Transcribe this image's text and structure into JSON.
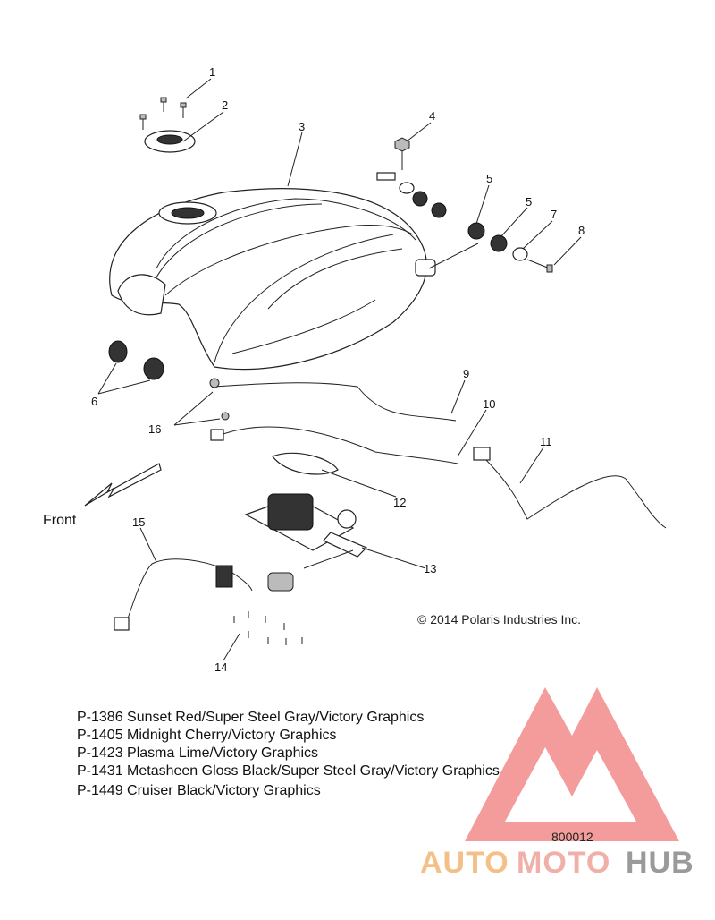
{
  "callouts": [
    "1",
    "2",
    "3",
    "4",
    "5",
    "5",
    "6",
    "7",
    "8",
    "9",
    "10",
    "11",
    "12",
    "13",
    "14",
    "15",
    "16"
  ],
  "front_label": "Front",
  "copyright": "© 2014 Polaris Industries Inc.",
  "diagram_id": "800012",
  "part_lines": [
    "P-1386 Sunset Red/Super Steel Gray/Victory Graphics",
    "P-1405 Midnight Cherry/Victory Graphics",
    "P-1423 Plasma Lime/Victory Graphics",
    "P-1431 Metasheen Gloss Black/Super Steel Gray/Victory Graphics",
    "P-1449 Cruiser Black/Victory Graphics"
  ],
  "watermark": {
    "auto": "AUTO",
    "moto": "MOTO",
    "hub": "HUB",
    "colors": {
      "auto": "#f5c088",
      "moto": "#f0b0a8",
      "hub": "#9a9a9a",
      "triangle": "#f28b8b"
    }
  }
}
